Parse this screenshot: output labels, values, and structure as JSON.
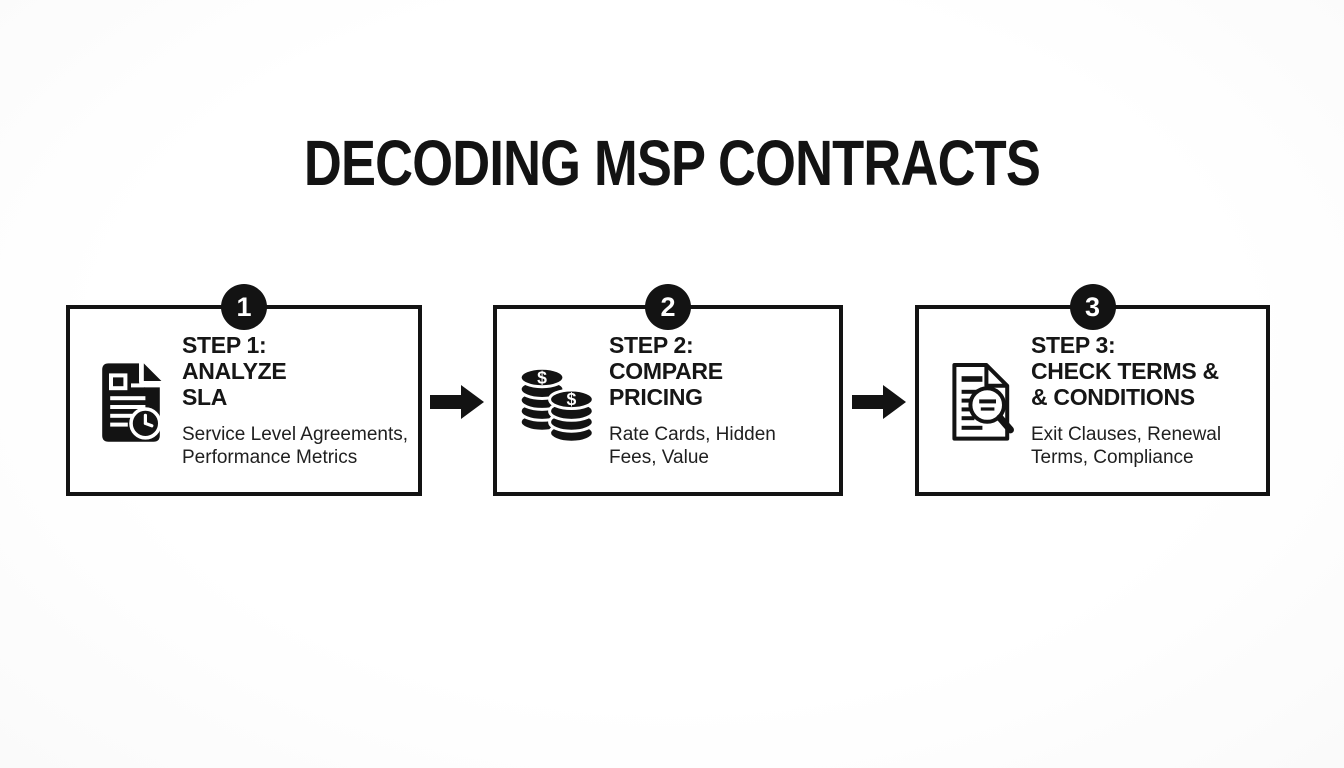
{
  "page": {
    "title": "DECODING MSP CONTRACTS"
  },
  "colors": {
    "ink": "#131313",
    "box_border": "#131313",
    "badge_bg": "#131313",
    "badge_text": "#ffffff",
    "background": "#fdfdfd"
  },
  "steps": [
    {
      "number": "1",
      "icon": "document-clock-icon",
      "line1": "STEP 1:",
      "line2": "ANALYZE",
      "line3": "SLA",
      "sub1": "Service Level Agreements,",
      "sub2": "Performance Metrics"
    },
    {
      "number": "2",
      "icon": "coins-icon",
      "line1": "STEP 2:",
      "line2": "COMPARE",
      "line3": "PRICING",
      "sub1": "Rate Cards, Hidden",
      "sub2": "Fees, Value"
    },
    {
      "number": "3",
      "icon": "document-magnifier-icon",
      "line1": "STEP 3:",
      "line2": "CHECK TERMS &",
      "line3": "& CONDITIONS",
      "sub1": "Exit Clauses, Renewal",
      "sub2": "Terms, Compliance"
    }
  ],
  "arrows": [
    {
      "icon": "arrow-right-icon"
    },
    {
      "icon": "arrow-right-icon"
    }
  ]
}
